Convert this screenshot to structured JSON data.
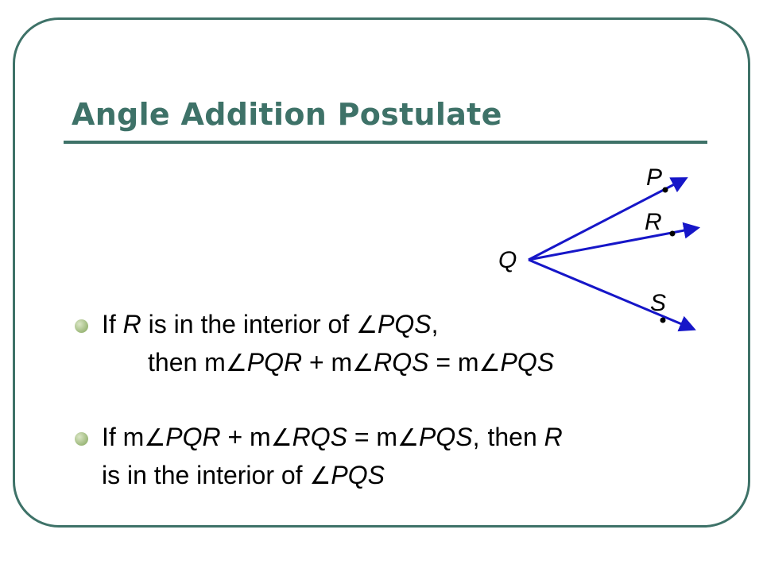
{
  "slide": {
    "title": "Angle Addition Postulate",
    "colors": {
      "accent": "#3e7268",
      "ray": "#1616c8",
      "bullet": "#9cb87a"
    }
  },
  "diagram": {
    "vertex_label": "Q",
    "ray_labels": {
      "p": "P",
      "r": "R",
      "s": "S"
    }
  },
  "bullets": {
    "b1": {
      "if": "If ",
      "r": "R",
      "interior": " is in the interior of ",
      "ang1": "∠",
      "pqs": "PQS",
      "comma": ",",
      "then": "then m",
      "ang2": "∠",
      "pqr": "PQR",
      "plus": " + m",
      "ang3": "∠",
      "rqs": "RQS",
      "eq": " = m",
      "ang4": "∠",
      "pqs2": "PQS"
    },
    "b2": {
      "if": "If m",
      "ang1": "∠",
      "pqr": "PQR",
      "plus": " + m",
      "ang2": "∠",
      "rqs": "RQS",
      "eq": " = m",
      "ang3": "∠",
      "pqs": "PQS",
      "comma": ",",
      "then": "then ",
      "r": "R",
      "tail": "is in the interior of ",
      "ang4": "∠",
      "pqs2": "PQS"
    }
  }
}
